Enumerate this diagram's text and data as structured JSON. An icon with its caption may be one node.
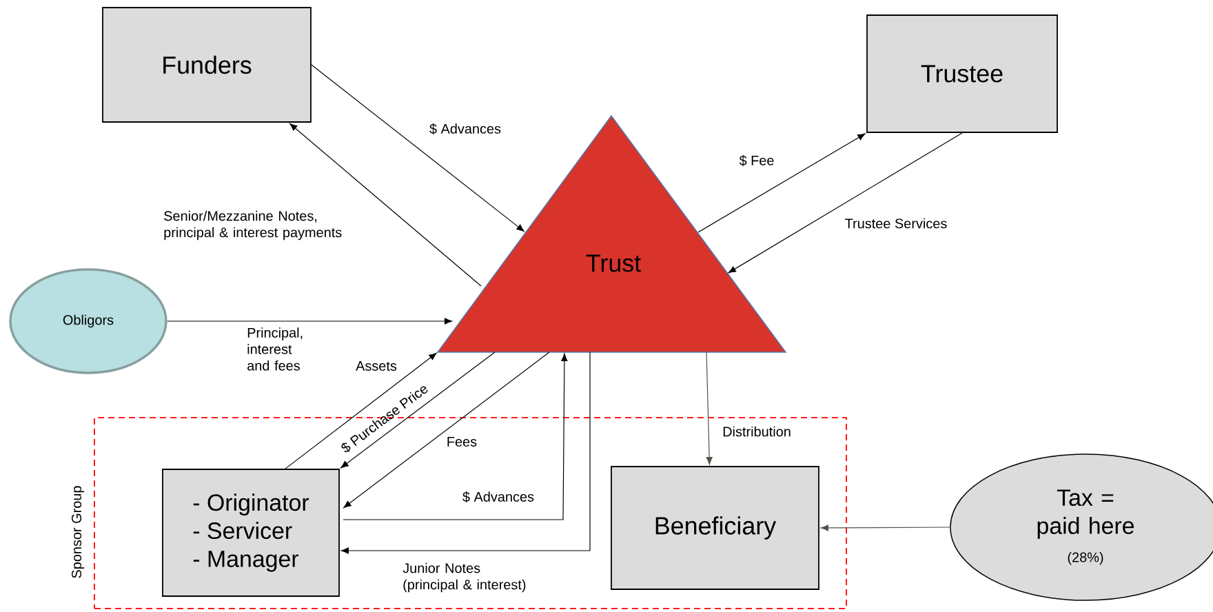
{
  "diagram": {
    "nodes": [
      {
        "text": [
          "Funders"
        ]
      },
      {
        "text": [
          "Trustee"
        ]
      },
      {
        "text": [
          "Trust"
        ]
      },
      {
        "text": [
          "Obligors"
        ]
      },
      {
        "text": [
          "Sponsor Group"
        ]
      },
      {
        "text": [
          "- Originator",
          "- Servicer",
          "- Manager"
        ],
        "in": 4
      },
      {
        "text": [
          "Beneficiary"
        ],
        "in": 4
      },
      {
        "text": [
          "Tax = paid here",
          "(28%)"
        ]
      }
    ],
    "edges": [
      {
        "from": 0,
        "to": 2,
        "arrow": "to",
        "label": "$ Advances"
      },
      {
        "from": 2,
        "to": 0,
        "arrow": "to",
        "label": "Senior/Mezzanine Notes, principal & interest payments"
      },
      {
        "from": 2,
        "to": 1,
        "arrow": "to",
        "label": "$ Fee"
      },
      {
        "from": 1,
        "to": 2,
        "arrow": "to",
        "label": "Trustee Services"
      },
      {
        "from": 3,
        "to": 2,
        "arrow": "to",
        "label": "Principal, interest and fees"
      },
      {
        "from": 5,
        "to": 2,
        "arrow": "to",
        "label": "Assets"
      },
      {
        "from": 2,
        "to": 5,
        "arrow": "to",
        "label": "$ Purchase Price"
      },
      {
        "from": 2,
        "to": 5,
        "arrow": "to",
        "label": "Fees"
      },
      {
        "from": 5,
        "to": 2,
        "arrow": "to",
        "label": "$ Advances"
      },
      {
        "from": 2,
        "to": 5,
        "arrow": "to",
        "label": "Junior Notes (principal & interest)"
      },
      {
        "from": 2,
        "to": 6,
        "arrow": "to",
        "label": "Distribution",
        "color": "#4f5345"
      },
      {
        "from": 7,
        "to": 6,
        "arrow": "to",
        "color": "#4f5345"
      }
    ]
  }
}
